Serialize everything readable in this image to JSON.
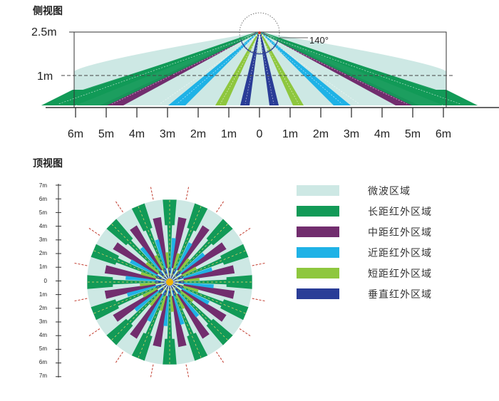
{
  "side_view": {
    "title": "侧视图",
    "height_max_label": "2.5m",
    "height_mid_label": "1m",
    "angle_label": "140°",
    "distance_labels": [
      "6m",
      "5m",
      "4m",
      "3m",
      "2m",
      "1m",
      "0",
      "1m",
      "2m",
      "3m",
      "4m",
      "5m",
      "6m"
    ]
  },
  "top_view": {
    "title": "顶视图",
    "scale_labels": [
      "7m",
      "6m",
      "5m",
      "4m",
      "3m",
      "2m",
      "1m",
      "0",
      "1m",
      "2m",
      "3m",
      "4m",
      "5m",
      "6m",
      "7m"
    ]
  },
  "legend": [
    {
      "label": "微波区域",
      "color": "#cde8e4"
    },
    {
      "label": "长距红外区域",
      "color": "#129a57"
    },
    {
      "label": "中距红外区域",
      "color": "#722d6e"
    },
    {
      "label": "近距红外区域",
      "color": "#1fb2e6"
    },
    {
      "label": "短距红外区域",
      "color": "#8ec73e"
    },
    {
      "label": "垂直红外区域",
      "color": "#2a3d97"
    }
  ],
  "colors": {
    "microwave": "#cde8e4",
    "long_range": "#129a57",
    "mid_range": "#722d6e",
    "near_range": "#1fb2e6",
    "short_range": "#8ec73e",
    "vertical": "#2a3d97",
    "center_dot": "#f2b400",
    "ray": "#c0392b"
  }
}
